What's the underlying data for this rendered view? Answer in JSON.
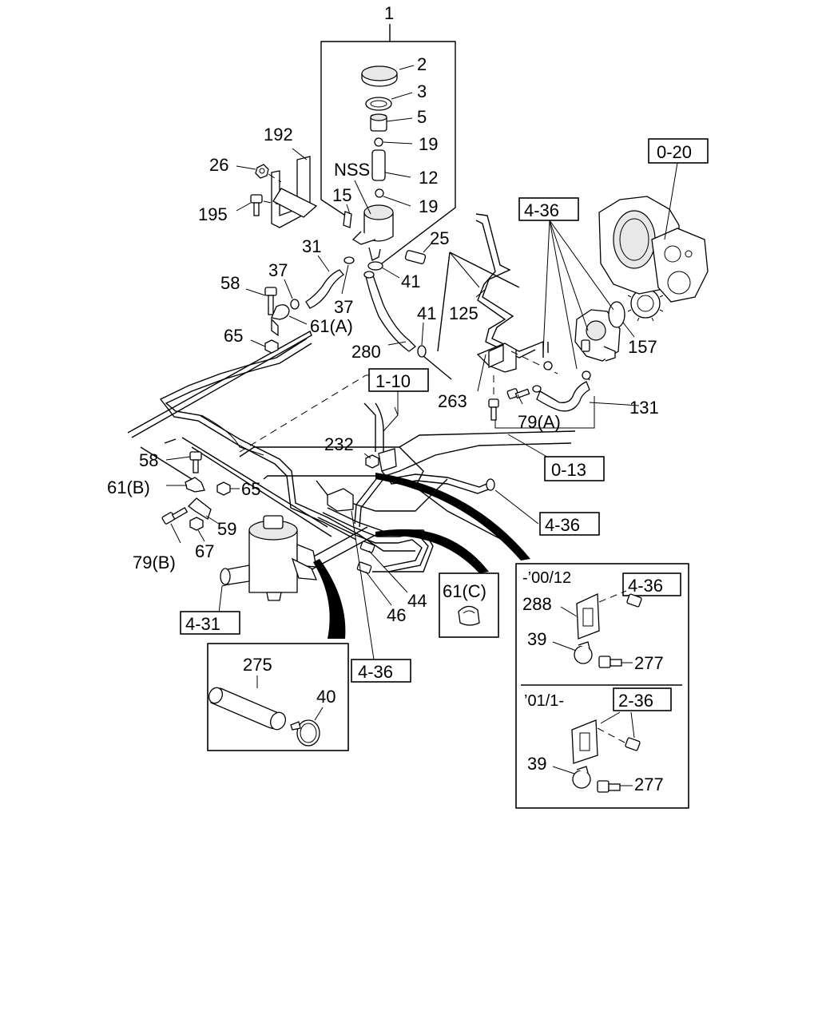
{
  "callouts": {
    "c1": "1",
    "c2": "2",
    "c3": "3",
    "c5": "5",
    "c19a": "19",
    "c12": "12",
    "c19b": "19",
    "nss": "NSS",
    "c15": "15",
    "c25": "25",
    "c41a": "41",
    "c41b": "41",
    "c192": "192",
    "c26": "26",
    "c195": "195",
    "c31": "31",
    "c37a": "37",
    "c37b": "37",
    "c58a": "58",
    "c61a": "61(A)",
    "c65a": "65",
    "c280": "280",
    "c125": "125",
    "c263": "263",
    "c79a": "79(A)",
    "c131": "131",
    "c157": "157",
    "c232": "232",
    "c58b": "58",
    "c61b": "61(B)",
    "c65b": "65",
    "c59": "59",
    "c79b": "79(B)",
    "c67": "67",
    "c44": "44",
    "c46": "46",
    "c275": "275",
    "c40": "40",
    "c61c": "61(C)",
    "d_rev1": "-’00/12",
    "d_288": "288",
    "d_39a": "39",
    "d_277a": "277",
    "d_rev2": "’01/1-",
    "d_39b": "39",
    "d_277b": "277"
  },
  "refs": {
    "r020": "0-20",
    "r436a": "4-36",
    "r110": "1-10",
    "r013": "0-13",
    "r436b": "4-36",
    "r431": "4-31",
    "r436c": "4-36",
    "d_436": "4-36",
    "d_236": "2-36"
  }
}
